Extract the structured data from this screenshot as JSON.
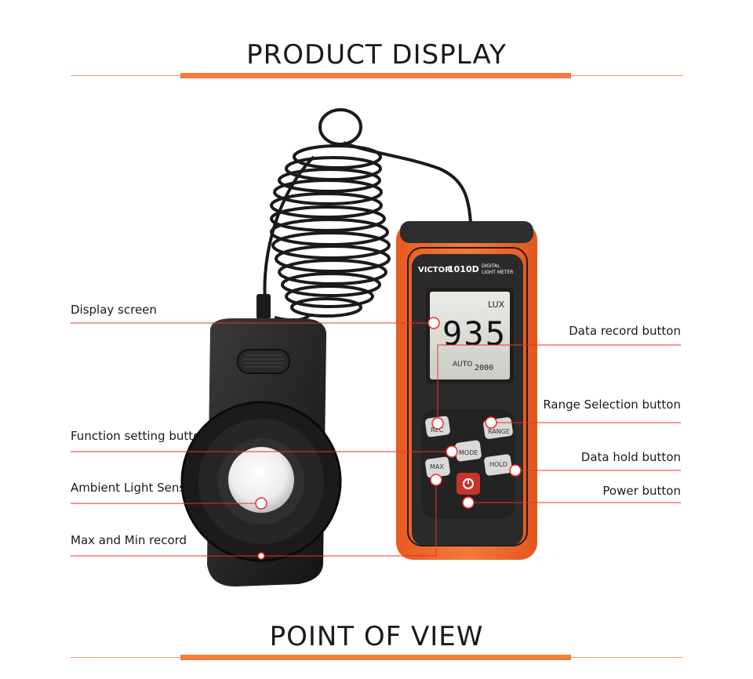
{
  "headings": {
    "top": "PRODUCT DISPLAY",
    "bottom": "POINT OF VIEW"
  },
  "device": {
    "brand": "VICTOR",
    "model": "1010D",
    "type_line1": "DIGITAL",
    "type_line2": "LIGHT METER",
    "lcd_unit": "LUX",
    "lcd_reading": "935",
    "lcd_mode": "AUTO",
    "lcd_range": "2000",
    "buttons": {
      "rec": "REC",
      "range": "RANGE",
      "mode": "MODE",
      "max": "MAX",
      "hold": "HOLD"
    }
  },
  "callouts": {
    "display_screen": "Display screen",
    "function_setting_button": "Function setting button",
    "ambient_light_sensor": "Ambient Light Sensor",
    "max_min_record": "Max and Min record",
    "data_record_button": "Data record button",
    "range_selection_button": "Range Selection button",
    "data_hold_button": "Data hold button",
    "power_button": "Power button"
  },
  "colors": {
    "accent": "#f47b3f",
    "leader_line": "#e8322a",
    "housing": "#f26a2a",
    "faceplate": "#2b2b2b"
  }
}
